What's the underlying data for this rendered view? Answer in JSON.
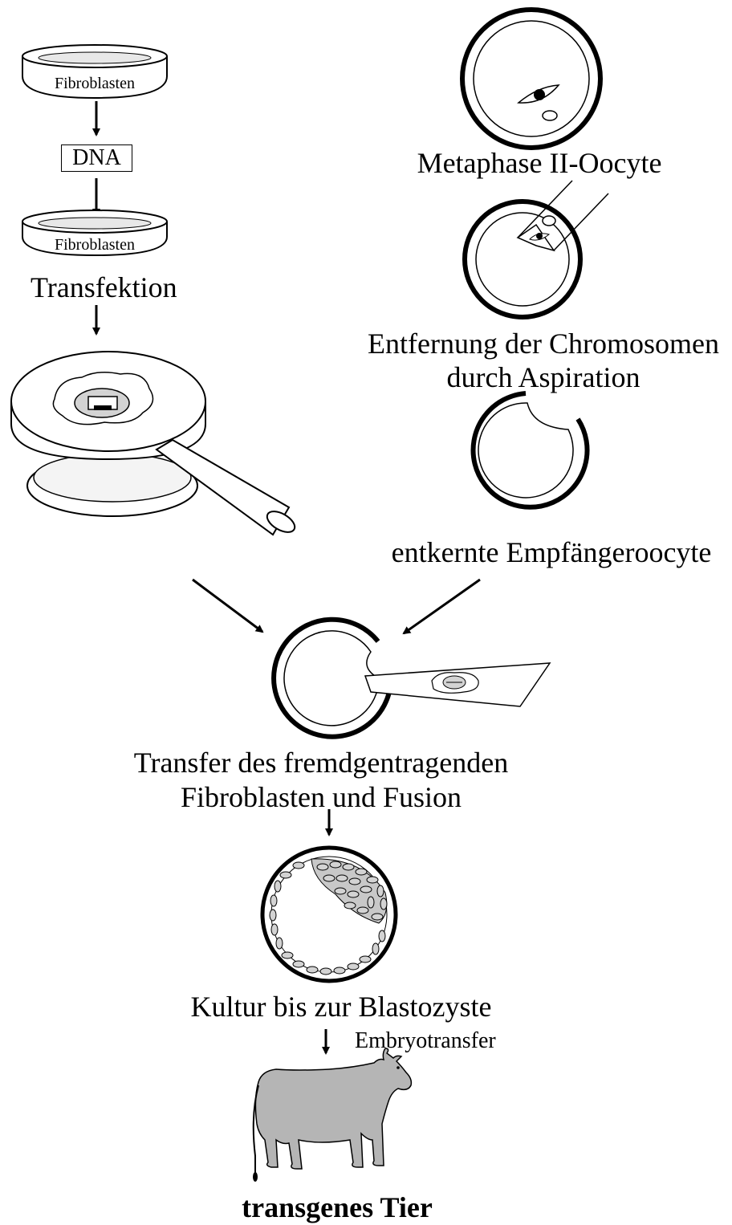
{
  "steps": {
    "fibroblasts_top": "Fibroblasten",
    "dna": "DNA",
    "fibroblasts_bottom": "Fibroblasten",
    "transfection": "Transfektion",
    "metaphase_oocyte": "Metaphase II-Oocyte",
    "removal_line1": "Entfernung der Chromosomen",
    "removal_line2": "durch Aspiration",
    "enucleated_oocyte": "entkernte Empfängeroocyte",
    "transfer_line1": "Transfer des fremdgentragenden",
    "transfer_line2": "Fibroblasten und Fusion",
    "culture": "Kultur bis zur Blastozyste",
    "embryo_transfer": "Embryotransfer",
    "result": "transgenes Tier"
  },
  "colors": {
    "cell_fill": "#d3d3d3",
    "cow_fill": "#b5b5b5",
    "ink": "#000000"
  }
}
